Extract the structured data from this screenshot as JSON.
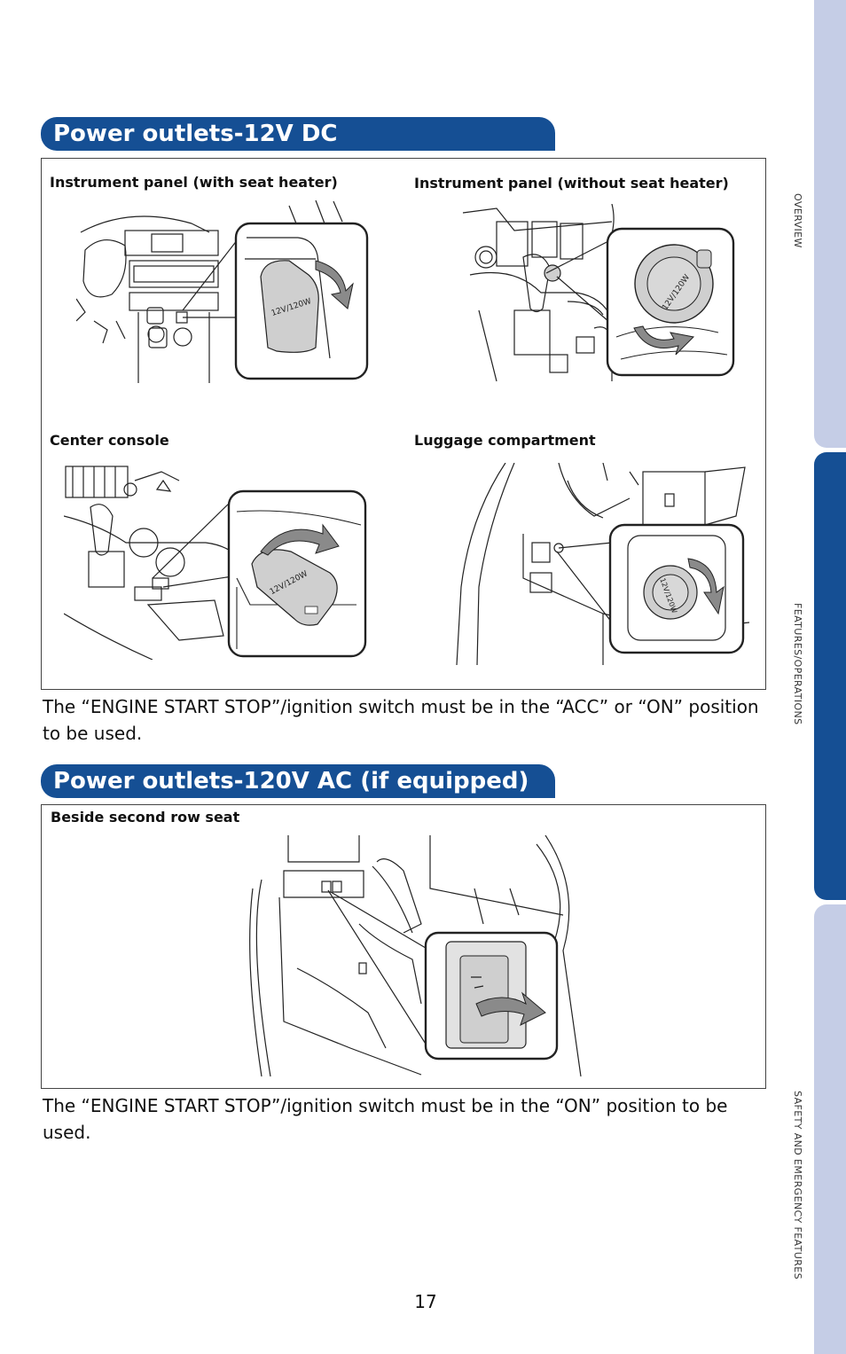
{
  "sidebar": {
    "tabs": [
      {
        "label": "OVERVIEW"
      },
      {
        "label": "FEATURES/OPERATIONS"
      },
      {
        "label": "SAFETY AND EMERGENCY FEATURES"
      }
    ]
  },
  "section_dc": {
    "title": "Power outlets-12V DC",
    "panels": [
      {
        "caption": "Instrument panel (with seat heater)",
        "outlet_label": "12V/120W"
      },
      {
        "caption": "Instrument panel (without seat heater)",
        "outlet_label": "12V/120W"
      },
      {
        "caption": "Center console",
        "outlet_label": "12V/120W"
      },
      {
        "caption": "Luggage compartment",
        "outlet_label": "12V/120W"
      }
    ],
    "note": "The “ENGINE START STOP”/ignition switch must be in the “ACC” or “ON” position to be used."
  },
  "section_ac": {
    "title": "Power outlets-120V AC (if equipped)",
    "panel": {
      "caption": "Beside second row seat"
    },
    "note": "The “ENGINE START STOP”/ignition switch must be in the “ON” position to be used."
  },
  "page_number": "17",
  "colors": {
    "header_blue": "#154f94",
    "tab_light": "#c5cde6",
    "arrow_gray": "#8a8a8a"
  }
}
